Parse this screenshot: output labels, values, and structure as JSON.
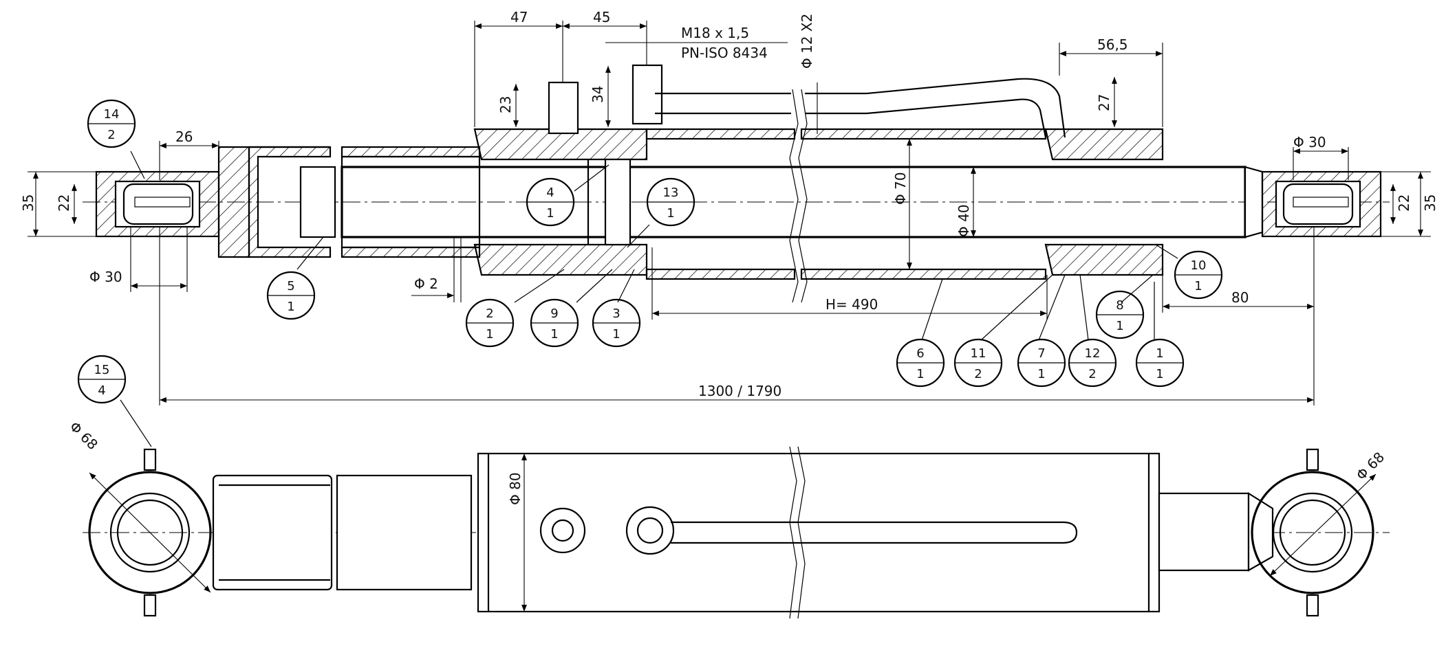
{
  "dimensions": {
    "d47": "47",
    "d45": "45",
    "thread_line1": "M18 x 1,5",
    "thread_line2": "PN-ISO 8434",
    "d_pipe": "Φ 12 X2",
    "d565": "56,5",
    "d23": "23",
    "d34": "34",
    "d27": "27",
    "d26": "26",
    "d35_left": "35",
    "d22_left": "22",
    "d30_left": "Φ 30",
    "d30_right": "Φ 30",
    "d22_right": "22",
    "d35_right": "35",
    "d70": "Φ 70",
    "d40": "Φ 40",
    "d2": "Φ 2",
    "stroke": "H= 490",
    "d80_right": "80",
    "overall": "1300  /  1790",
    "d68_left": "Φ 68",
    "d68_right": "Φ 68",
    "d80_body": "Φ 80"
  },
  "balloons": [
    {
      "id": "b14",
      "top": "14",
      "bottom": "2"
    },
    {
      "id": "b5",
      "top": "5",
      "bottom": "1"
    },
    {
      "id": "b4",
      "top": "4",
      "bottom": "1"
    },
    {
      "id": "b13",
      "top": "13",
      "bottom": "1"
    },
    {
      "id": "b2",
      "top": "2",
      "bottom": "1"
    },
    {
      "id": "b9",
      "top": "9",
      "bottom": "1"
    },
    {
      "id": "b3",
      "top": "3",
      "bottom": "1"
    },
    {
      "id": "b6",
      "top": "6",
      "bottom": "1"
    },
    {
      "id": "b11",
      "top": "11",
      "bottom": "2"
    },
    {
      "id": "b7",
      "top": "7",
      "bottom": "1"
    },
    {
      "id": "b12",
      "top": "12",
      "bottom": "2"
    },
    {
      "id": "b1",
      "top": "1",
      "bottom": "1"
    },
    {
      "id": "b8",
      "top": "8",
      "bottom": "1"
    },
    {
      "id": "b10",
      "top": "10",
      "bottom": "1"
    },
    {
      "id": "b15",
      "top": "15",
      "bottom": "4"
    }
  ]
}
